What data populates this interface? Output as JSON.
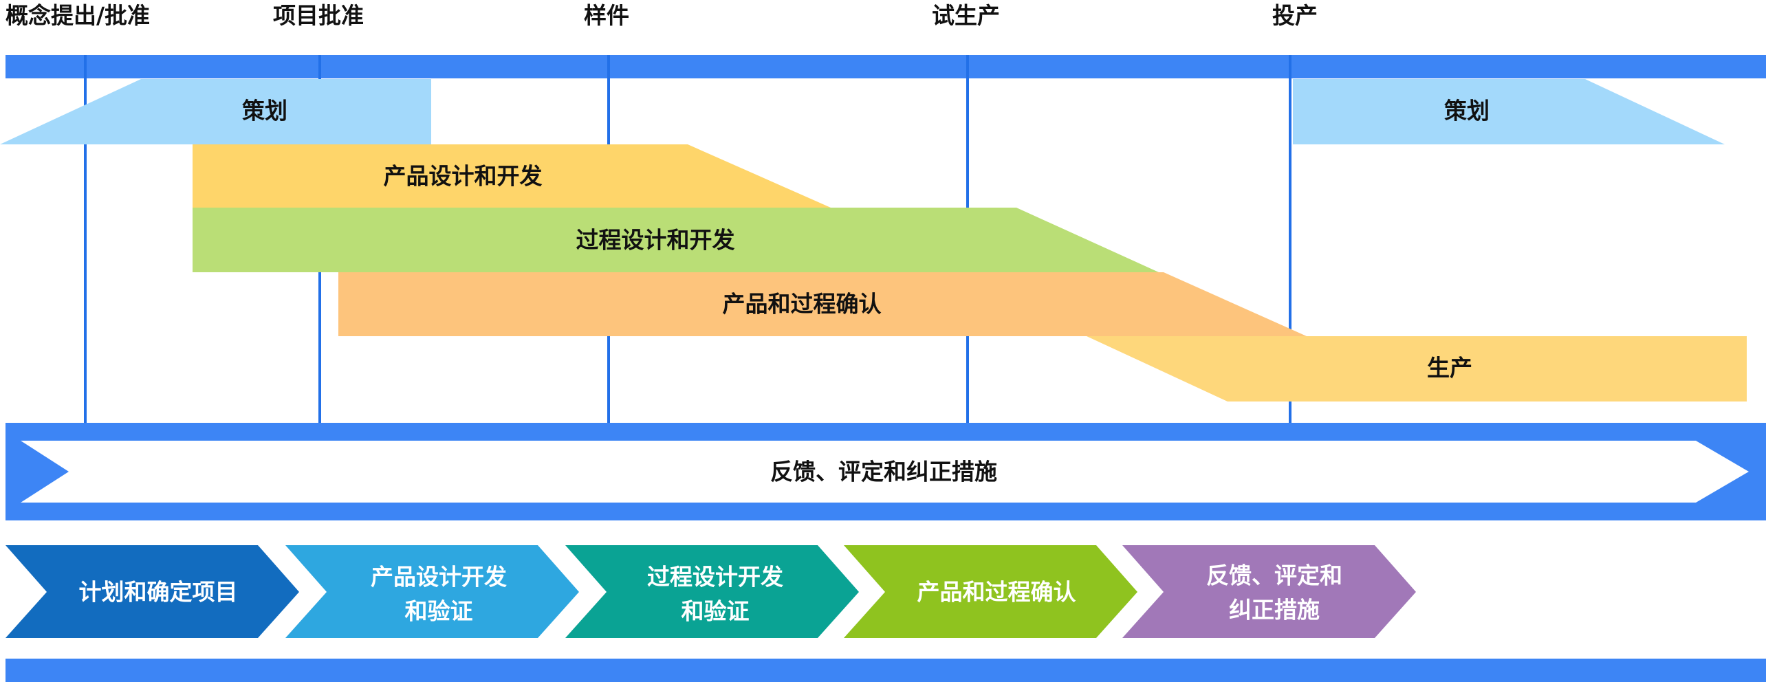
{
  "milestones": [
    {
      "id": "concept",
      "label": "概念提出/批准"
    },
    {
      "id": "project",
      "label": "项目批准"
    },
    {
      "id": "prototype",
      "label": "样件"
    },
    {
      "id": "pilot",
      "label": "试生产"
    },
    {
      "id": "launch",
      "label": "投产"
    }
  ],
  "phases": {
    "planning_1": "策划",
    "product_design": "产品设计和开发",
    "process_design": "过程设计和开发",
    "validation": "产品和过程确认",
    "production": "生产",
    "planning_2": "策划"
  },
  "feedback_arrow": "反馈、评定和纠正措施",
  "steps": [
    {
      "id": "step-1",
      "lines": [
        "计划和确定项目"
      ]
    },
    {
      "id": "step-2",
      "lines": [
        "产品设计开发",
        "和验证"
      ]
    },
    {
      "id": "step-3",
      "lines": [
        "过程设计开发",
        "和验证"
      ]
    },
    {
      "id": "step-4",
      "lines": [
        "产品和过程确认"
      ]
    },
    {
      "id": "step-5",
      "lines": [
        "反馈、评定和",
        "纠正措施"
      ]
    }
  ],
  "colors": {
    "blue_band": "#3d85f5",
    "milestone_line": "#2270e8",
    "planning": "#a3d9fb",
    "product_design": "#fed56a",
    "process_design": "#bade76",
    "validation": "#fdc47c",
    "production": "#fed77b",
    "step_1": "#126cbf",
    "step_2": "#2ea7e0",
    "step_3": "#0aa394",
    "step_4": "#8fc31f",
    "step_5": "#a178b8"
  }
}
